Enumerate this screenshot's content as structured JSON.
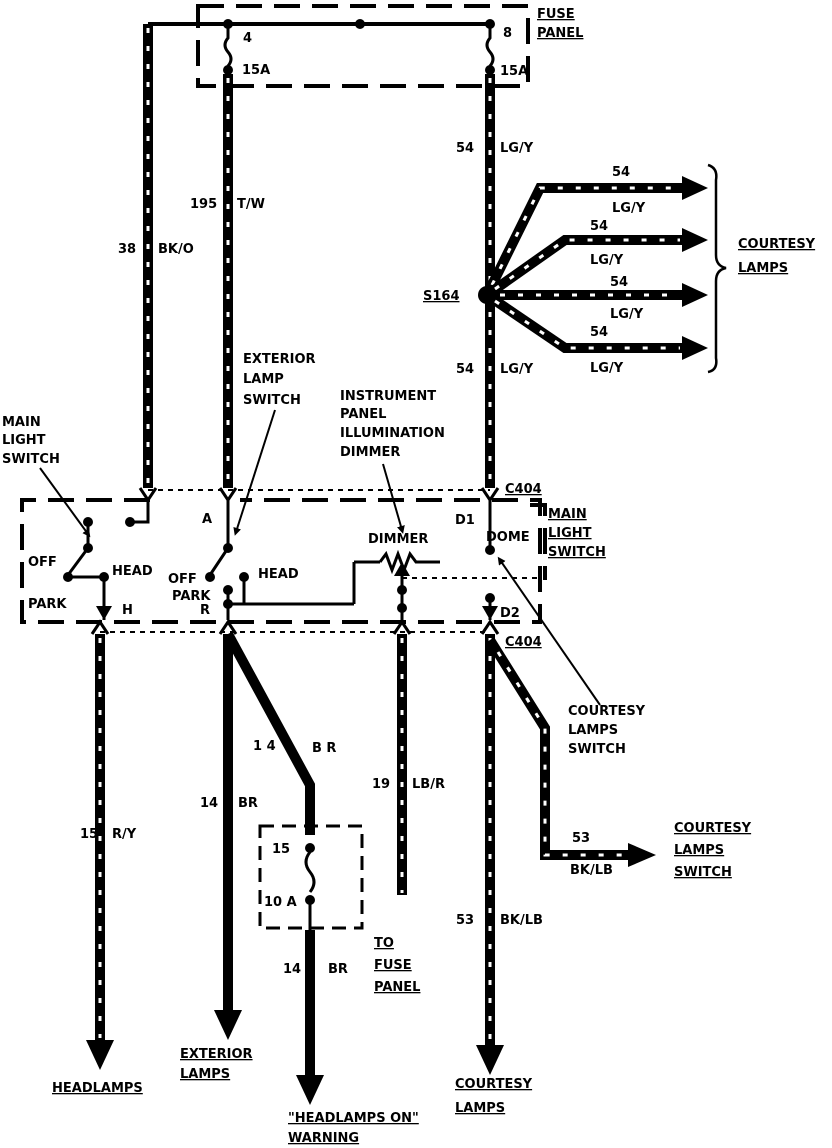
{
  "fuse_panel": {
    "label_line1": "FUSE",
    "label_line2": "PANEL",
    "fuse_left_num": "4",
    "fuse_left_amp": "15A",
    "fuse_right_num": "8",
    "fuse_right_amp": "15A"
  },
  "wires": {
    "w38_num": "38",
    "w38_color": "BK/O",
    "w195_num": "195",
    "w195_color": "T/W",
    "w54_num": "54",
    "w54_color": "LG/Y",
    "w54_top_num": "54",
    "w54_top_color": "LG/Y",
    "w54_b1_num": "54",
    "w54_b1_color": "LG/Y",
    "w54_b2_num": "54",
    "w54_b2_color": "LG/Y",
    "w54_b3_num": "54",
    "w54_b3_color": "LG/Y",
    "w54_b4_num": "54",
    "w54_b4_color": "LG/Y",
    "w54_low_num": "54",
    "w54_low_color": "LG/Y",
    "w15_num": "15",
    "w15_color": "R/Y",
    "w14_left_num": "14",
    "w14_left_color": "BR",
    "w14_diag_num": "1 4",
    "w14_diag_color": "B R",
    "w14_low_num": "14",
    "w14_low_color": "BR",
    "w19_num": "19",
    "w19_color": "LB/R",
    "w53_num": "53",
    "w53_color": "BK/LB",
    "w53_branch_num": "53",
    "w53_branch_color": "BK/LB"
  },
  "splice": "S164",
  "connectors": {
    "c404_top": "C404",
    "c404_bottom": "C404",
    "pin_a": "A",
    "pin_d1": "D1",
    "pin_h": "H",
    "pin_r": "R",
    "pin_d2": "D2"
  },
  "switch_labels": {
    "main_light_left_1": "MAIN",
    "main_light_left_2": "LIGHT",
    "main_light_left_3": "SWITCH",
    "main_light_right_1": "MAIN",
    "main_light_right_2": "LIGHT",
    "main_light_right_3": "SWITCH",
    "exterior_1": "EXTERIOR",
    "exterior_2": "LAMP",
    "exterior_3": "SWITCH",
    "ip_1": "INSTRUMENT",
    "ip_2": "PANEL",
    "ip_3": "ILLUMINATION",
    "ip_4": "DIMMER",
    "courtesy_sw_1": "COURTESY",
    "courtesy_sw_2": "LAMPS",
    "courtesy_sw_3": "SWITCH",
    "off_left": "OFF",
    "park_left": "PARK",
    "head_left": "HEAD",
    "off_mid": "OFF",
    "park_mid": "PARK",
    "head_mid": "HEAD",
    "dimmer": "DIMMER",
    "dome": "DOME"
  },
  "inline_fuse": {
    "num": "15",
    "amp": "10 A"
  },
  "destinations": {
    "courtesy_lamps_1": "COURTESY",
    "courtesy_lamps_2": "LAMPS",
    "courtesy_switch_1": "COURTESY",
    "courtesy_switch_2": "LAMPS",
    "courtesy_switch_3": "SWITCH",
    "headlamps": "HEADLAMPS",
    "exterior_1": "EXTERIOR",
    "exterior_2": "LAMPS",
    "warning_1": "\"HEADLAMPS ON\"",
    "warning_2": "WARNING",
    "to_fuse_1": "TO",
    "to_fuse_2": "FUSE",
    "to_fuse_3": "PANEL",
    "courtesy_bottom_1": "COURTESY",
    "courtesy_bottom_2": "LAMPS"
  }
}
